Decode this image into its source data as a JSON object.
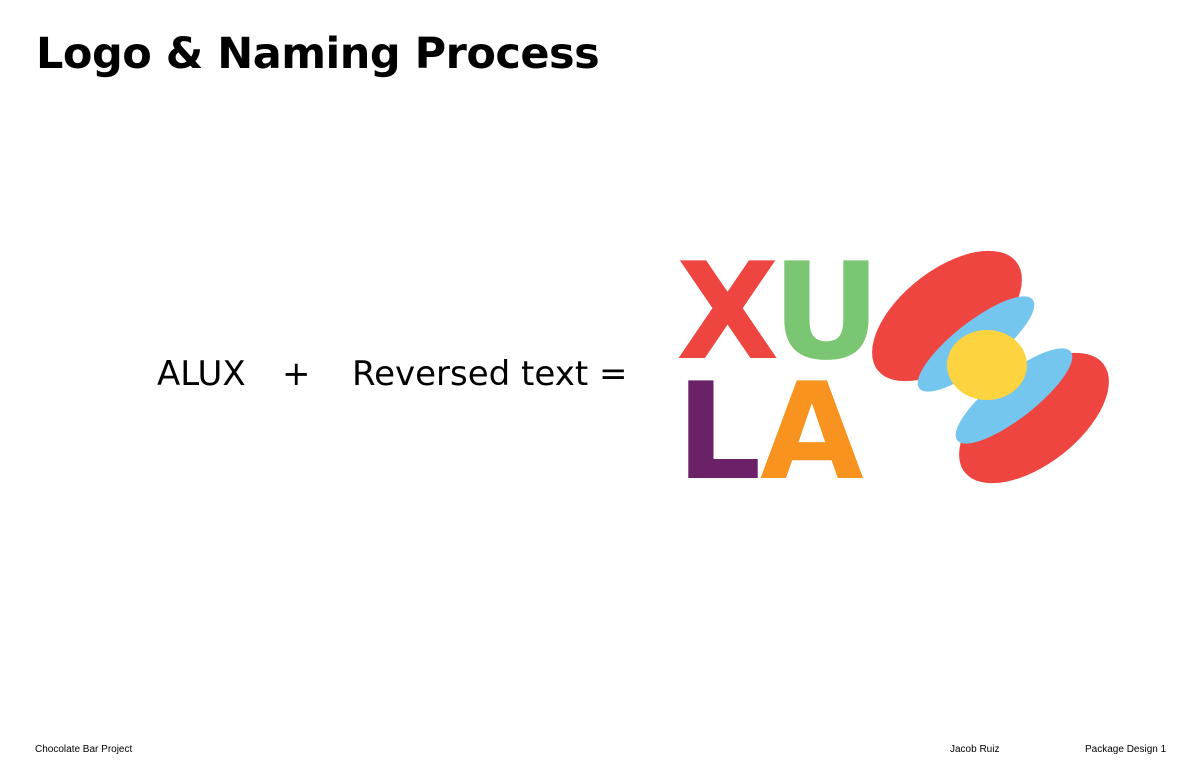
{
  "title": "Logo & Naming Process",
  "equation": {
    "word": "ALUX",
    "plus": "+",
    "rule": "Reversed text =",
    "result_letters": [
      "X",
      "U",
      "L",
      "A"
    ]
  },
  "colors": {
    "red": "#ee4540",
    "green": "#7bc672",
    "purple": "#6b2168",
    "orange": "#f7931e",
    "light_blue": "#75c6ee",
    "yellow": "#fdd33f"
  },
  "footer": {
    "project": "Chocolate Bar Project",
    "author": "Jacob Ruiz",
    "course": "Package Design 1"
  }
}
